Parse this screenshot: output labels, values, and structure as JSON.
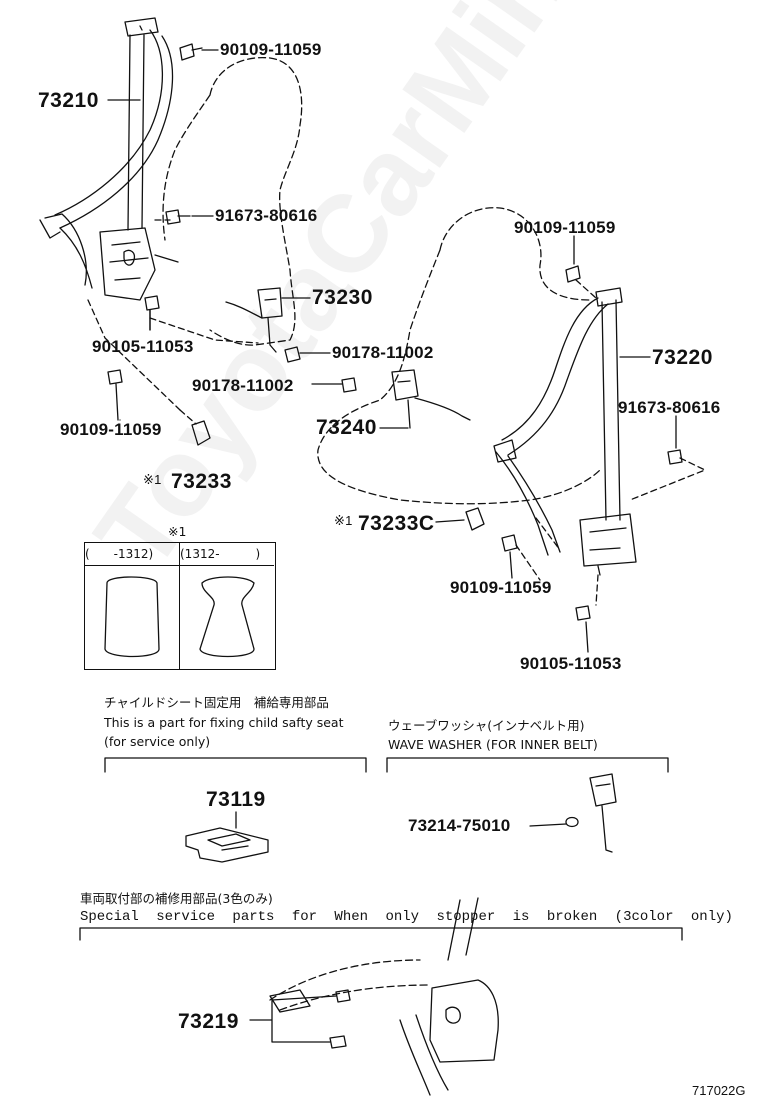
{
  "watermark": "ToyotaCarMine.ru",
  "parts": {
    "p73210": "73210",
    "p90109_top": "90109-11059",
    "p91673_left": "91673-80616",
    "p73230": "73230",
    "p90105_left": "90105-11053",
    "p90178_right": "90178-11002",
    "p90178_left": "90178-11002",
    "p73240": "73240",
    "p90109_left": "90109-11059",
    "p73233": "73233",
    "p90109_right_top": "90109-11059",
    "p73220": "73220",
    "p91673_right": "91673-80616",
    "p73233C": "73233C",
    "p90109_right_mid": "90109-11059",
    "p90105_right": "90105-11053",
    "p73119": "73119",
    "p73214": "73214-75010",
    "p73219": "73219"
  },
  "marks": {
    "note_mark_1": "※1",
    "note_mark_2": "※1",
    "inset_mark": "※1"
  },
  "inset": {
    "left_header": "(　　-1312)",
    "right_header": "(1312-　　　)"
  },
  "notes": {
    "child_seat_jp": "チャイルドシート固定用　補給専用部品",
    "child_seat_en1": "This is a part for fixing child safty seat",
    "child_seat_en2": "(for service only)",
    "wave_washer_jp": "ウェーブワッシャ(インナベルト用)",
    "wave_washer_en": "WAVE WASHER (FOR INNER BELT)",
    "special_jp": "車両取付部の補修用部品(3色のみ)",
    "special_en": "Special service parts for When only stopper is broken (3color only)"
  },
  "diagram_ref": "717022G"
}
